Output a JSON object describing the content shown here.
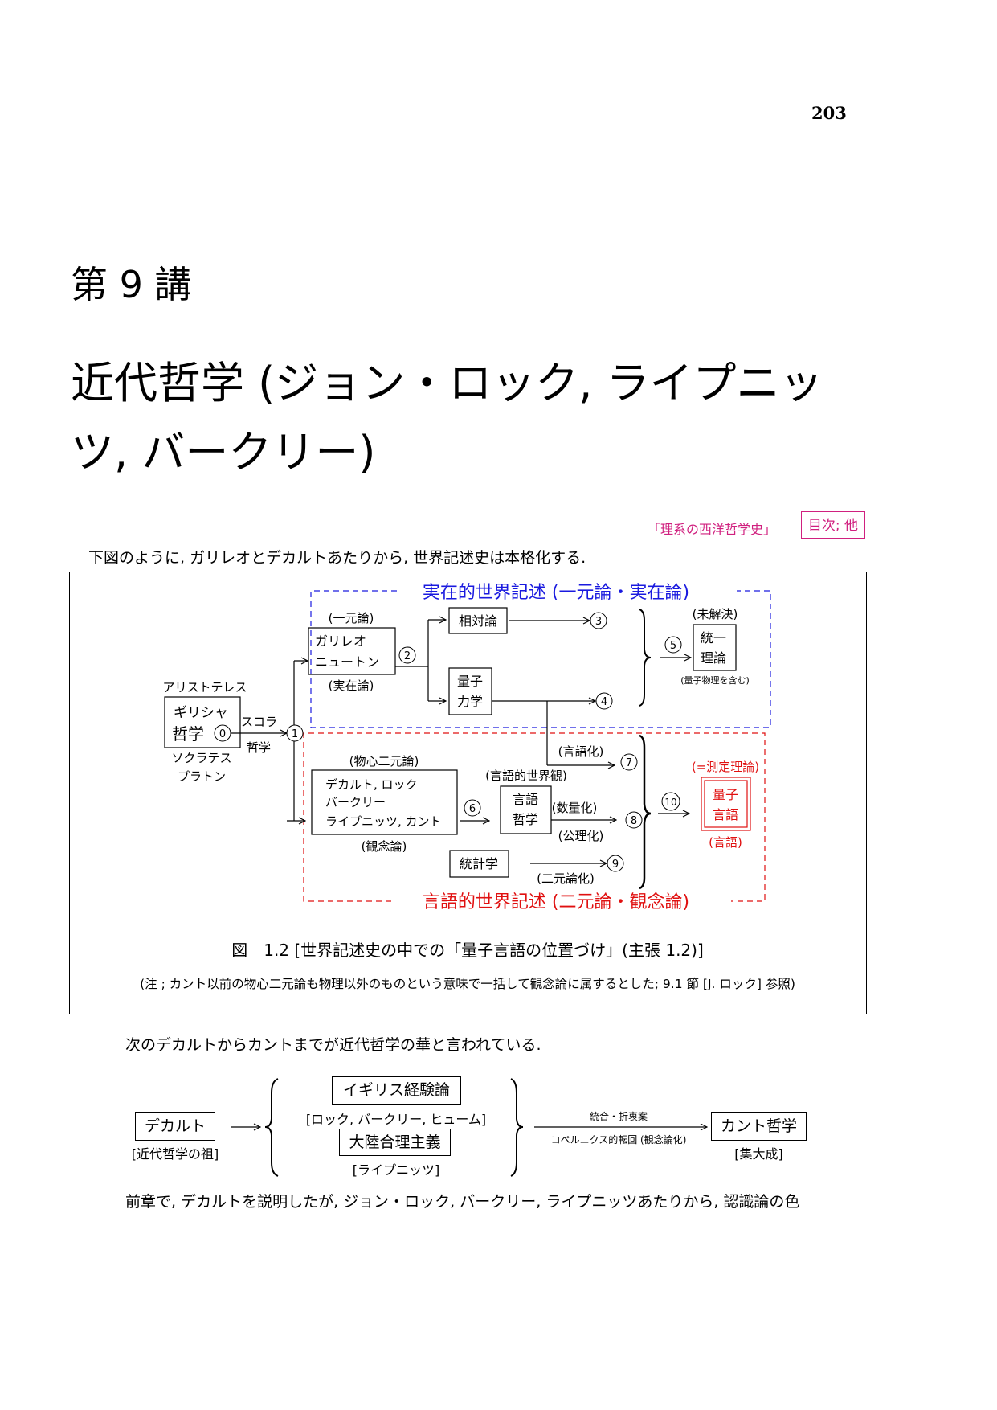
{
  "page_number": "203",
  "chapter": "第 9 講",
  "title_lines": [
    "近代哲学 (ジョン・ロック, ライプニッ",
    "ツ, バークリー)"
  ],
  "links": {
    "series": "「理系の西洋哲学史」",
    "toc": "目次; 他"
  },
  "intro": "下図のように, ガリレオとデカルトあたりから, 世界記述史は本格化する.",
  "figure": {
    "realist_title": "実在的世界記述 (一元論・実在論)",
    "linguistic_title": "言語的世界記述 (二元論・観念論)",
    "greek": {
      "above": "アリストテレス",
      "line1": "ギリシャ",
      "line2": "哲学",
      "below1": "ソクラテス",
      "below2": "プラトン"
    },
    "scholastic": {
      "top": "スコラ",
      "bottom": "哲学"
    },
    "galileo": {
      "above": "(一元論)",
      "line1": "ガリレオ",
      "line2": "ニュートン",
      "below": "(実在論)"
    },
    "relativity": "相対論",
    "quantum": {
      "line1": "量子",
      "line2": "力学"
    },
    "unified": {
      "above": "(未解決)",
      "line1": "統一",
      "line2": "理論",
      "below": "(量子物理を含む)"
    },
    "descartes": {
      "above": "(物心二元論)",
      "line1": "デカルト, ロック",
      "line2": "バークリー",
      "line3": "ライプニッツ, カント",
      "below": "(観念論)"
    },
    "linguistic_view": "(言語的世界観)",
    "lang_phil": {
      "line1": "言語",
      "line2": "哲学"
    },
    "statistics": "統計学",
    "labels": {
      "verbalize": "(言語化)",
      "quantify": "(数量化)",
      "axiomatize": "(公理化)",
      "dualize": "(二元論化)"
    },
    "quantum_language": {
      "above": "(=測定理論)",
      "line1": "量子",
      "line2": "言語",
      "below": "(言語)"
    },
    "circles": [
      "0",
      "1",
      "2",
      "3",
      "4",
      "5",
      "6",
      "7",
      "8",
      "9",
      "10"
    ],
    "caption": "図　1.2 [世界記述史の中での「量子言語の位置づけ」(主張 1.2)]",
    "note": "(注 ; カント以前の物心二元論も物理以外のものという意味で一括して観念論に属するとした; 9.1 節 [J. ロック] 参照)",
    "colors": {
      "realist": "#1a1adf",
      "linguistic": "#e01010"
    }
  },
  "para2": "次のデカルトからカントまでが近代哲学の華と言われている.",
  "flow": {
    "descartes": "デカルト",
    "descartes_note": "[近代哲学の祖]",
    "empiricism": "イギリス経験論",
    "empiricism_note": "[ロック, バークリー, ヒューム]",
    "rationalism": "大陸合理主義",
    "rationalism_note": "[ライプニッツ]",
    "arrow_top": "統合・折衷案",
    "arrow_bottom": "コペルニクス的転回 (観念論化)",
    "kant": "カント哲学",
    "kant_note": "[集大成]"
  },
  "last_line": "前章で, デカルトを説明したが, ジョン・ロック, バークリー, ライプニッツあたりから, 認識論の色"
}
